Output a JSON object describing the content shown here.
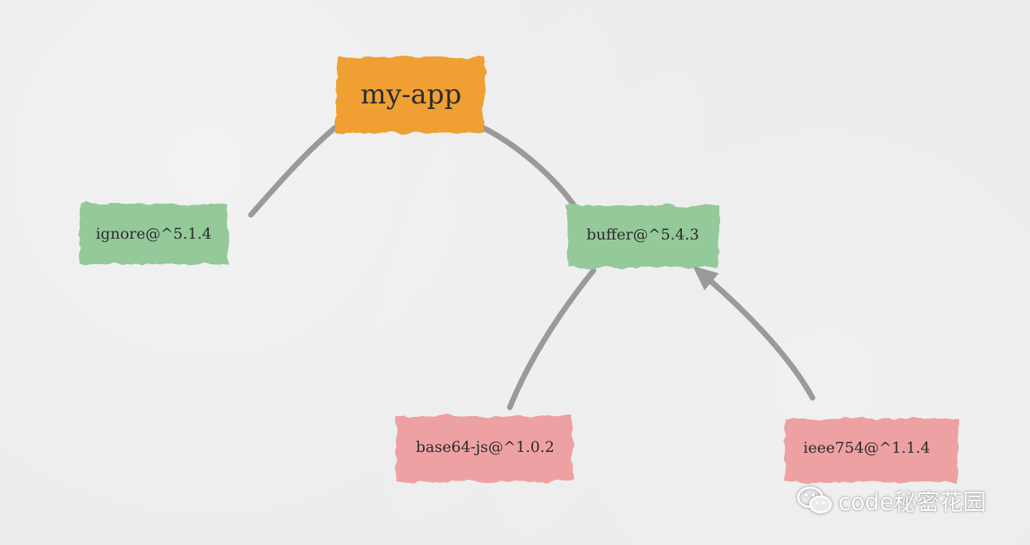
{
  "nodes": {
    "root": {
      "label": "my-app",
      "color": "#f0a030"
    },
    "ignore": {
      "label": "ignore@^5.1.4",
      "color": "#94c99a"
    },
    "buffer": {
      "label": "buffer@^5.4.3",
      "color": "#94c99a"
    },
    "base64": {
      "label": "base64-js@^1.0.2",
      "color": "#eea1a3"
    },
    "ieee754": {
      "label": "ieee754@^1.1.4",
      "color": "#eea1a3"
    }
  },
  "watermark": {
    "text": "code秘密花园",
    "icon": "wechat-icon"
  },
  "colors": {
    "edge": "#9a9a9a",
    "background": "#ebebeb"
  }
}
